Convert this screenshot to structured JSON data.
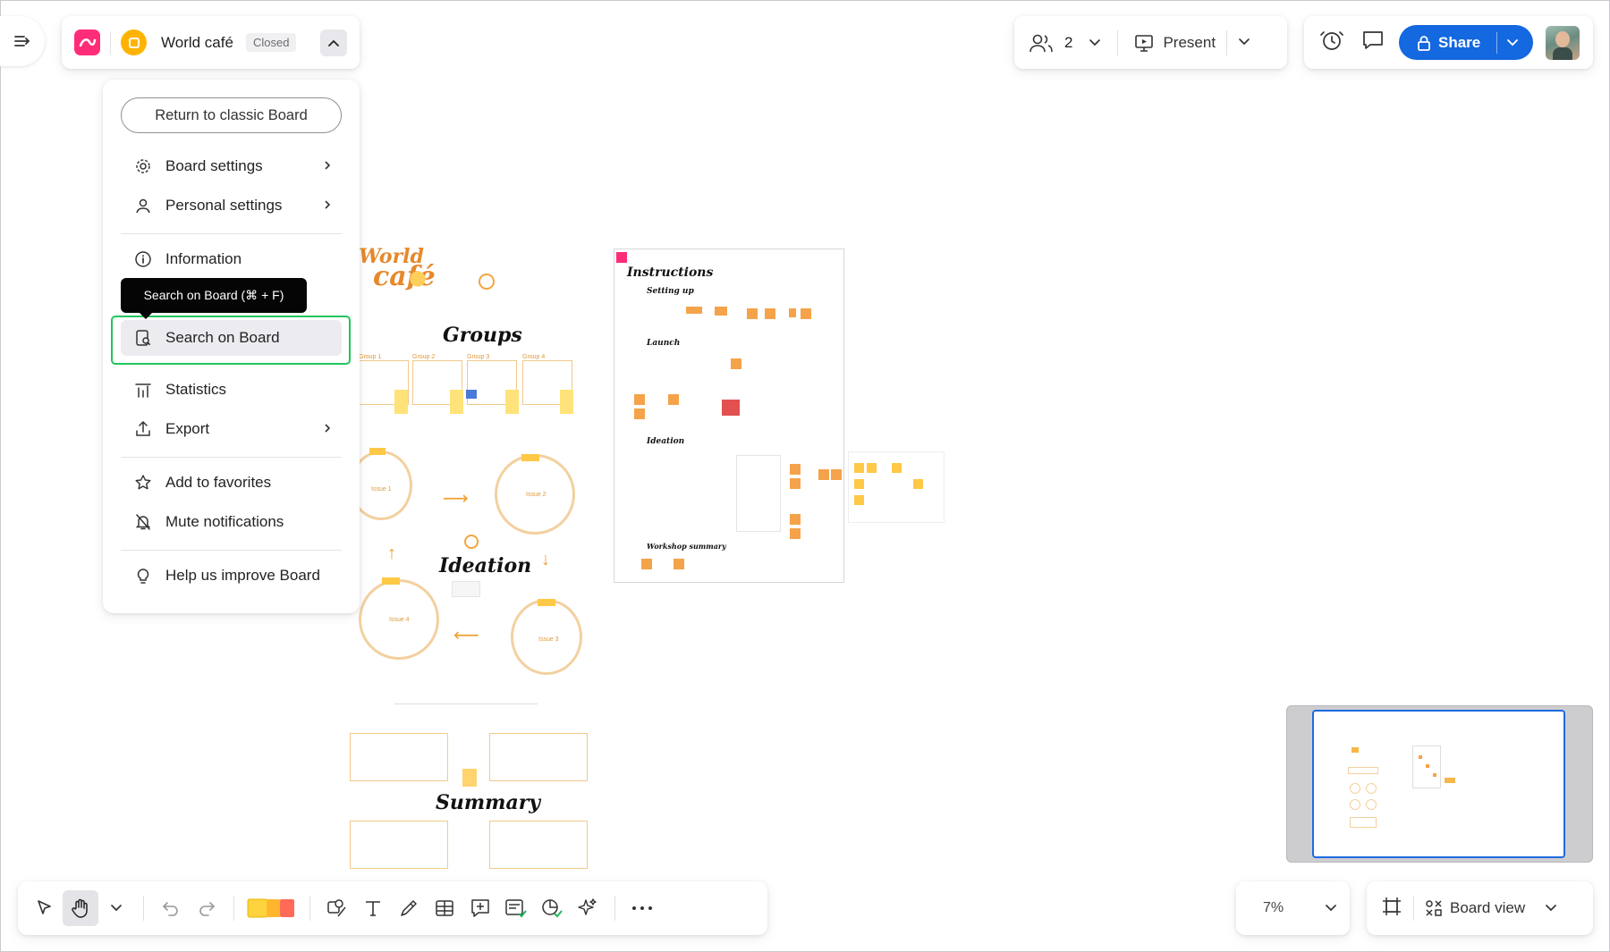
{
  "header": {
    "board_name": "World café",
    "status_badge": "Closed"
  },
  "menu": {
    "classic_button": "Return to classic Board",
    "items": {
      "board_settings": "Board settings",
      "personal_settings": "Personal settings",
      "information": "Information",
      "search": "Search on Board",
      "statistics": "Statistics",
      "export": "Export",
      "favorites": "Add to favorites",
      "mute": "Mute notifications",
      "help": "Help us improve Board"
    },
    "tooltip": "Search on Board (⌘ + F)"
  },
  "collab": {
    "count": "2",
    "present_label": "Present"
  },
  "actions": {
    "share_label": "Share"
  },
  "canvas": {
    "groups_frame": {
      "logo_line1": "World",
      "logo_line2": "café",
      "groups_title": "Groups",
      "group_labels": [
        "Group 1",
        "Group 2",
        "Group 3",
        "Group 4"
      ],
      "issue_labels": [
        "Issue 1",
        "Issue 2",
        "Issue 3",
        "Issue 4"
      ],
      "ideation_title": "Ideation",
      "summary_title": "Summary"
    },
    "instructions_frame": {
      "title": "Instructions",
      "steps": [
        "Setting up",
        "Launch",
        "Ideation",
        "Workshop summary"
      ]
    }
  },
  "zoom": {
    "level": "7%"
  },
  "view": {
    "label": "Board view"
  },
  "colors": {
    "accent": "#1468e0",
    "focus": "#22c55e",
    "brand": "#ff2d78",
    "board_icon": "#ffb300"
  }
}
